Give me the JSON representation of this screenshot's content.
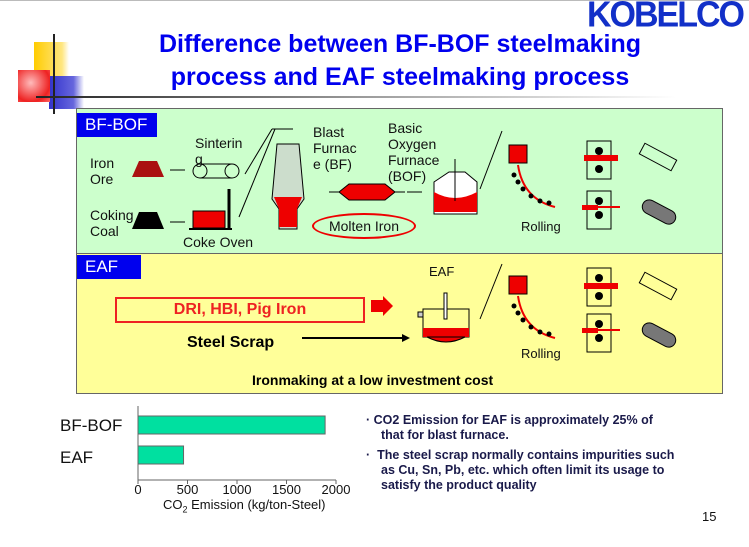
{
  "header": {
    "logo": "KOBELCO",
    "title_line1": "Difference between BF-BOF steelmaking",
    "title_line2": "process and EAF steelmaking process"
  },
  "bfbof": {
    "tag": "BF-BOF",
    "iron_ore": "Iron Ore",
    "coking_coal": "Coking Coal",
    "sintering": "Sinterin g",
    "coke_oven": "Coke Oven",
    "blast_furnace": "Blast Furnac e (BF)",
    "bof": "Basic Oxygen Furnace (BOF)",
    "molten_iron": "Molten Iron",
    "rolling": "Rolling"
  },
  "eaf": {
    "tag": "EAF",
    "furnace_label": "EAF",
    "dri": "DRI, HBI, Pig Iron",
    "scrap": "Steel Scrap",
    "caption": "Ironmaking at a low investment cost",
    "rolling": "Rolling"
  },
  "chart_data": {
    "type": "bar",
    "orientation": "horizontal",
    "categories": [
      "BF-BOF",
      "EAF"
    ],
    "values": [
      1890,
      460
    ],
    "xlabel": "CO2 Emission (kg/ton-Steel)",
    "xlabel_parts": {
      "pre": "CO",
      "sub": "2",
      "post": " Emission (kg/ton-Steel)"
    },
    "xlim": [
      0,
      2000
    ],
    "xticks": [
      "0",
      "500",
      "1000",
      "1500",
      "2000"
    ],
    "bar_color": "#00e0a0"
  },
  "notes": [
    {
      "line1": "CO2 Emission for EAF is approximately 25% of",
      "line2": "that for blast furnace."
    },
    {
      "line1": "The steel scrap normally contains impurities such",
      "line2": "as Cu, Sn, Pb, etc. which often limit its usage to",
      "line3": "satisfy the product quality"
    }
  ],
  "page_number": "15"
}
